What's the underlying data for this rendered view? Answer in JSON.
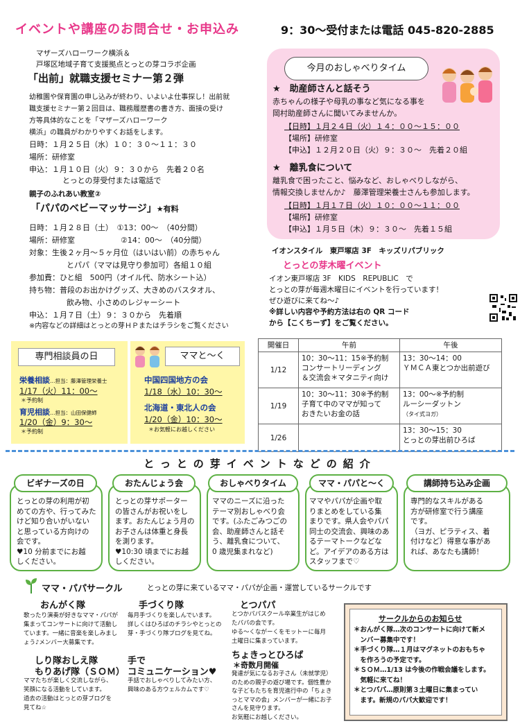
{
  "header": {
    "title": "イベントや講座のお問合せ・お申込み",
    "contact": "9：30〜受付または電話 045-820-2885"
  },
  "seminar": {
    "org1": "マザーズハローワーク横浜＆",
    "org2": "戸塚区地域子育て支援拠点とっとの芽コラボ企画",
    "title": "「出前」就職支援セミナー第２弾",
    "desc": [
      "幼稚園や保育園の申し込みが終わり、いよいよ仕事探し！出前就",
      "職支援セミナー第２回目は、職務履歴書の書き方、面接の受け",
      "方等具体的なことを「マザーズハローワーク",
      "横浜」の職員がわかりやすくお話をします。"
    ],
    "date": "日時：１月２５日（水）１０：３０〜１１：３０",
    "place": "場所：研修室",
    "apply1": "申込：１月１０日（火）９：３０から　先着２０名",
    "apply2": "とっとの芽受付または電話で"
  },
  "massage": {
    "label": "親子のふれあい教室②",
    "title": "「パパのベビーマッサージ」",
    "fee_tag": "★有料",
    "date1": "日時：１月２８日（土）　①13：00〜　（40分間）",
    "date2": "場所：研修室　　　　　　②14：00〜　（40分間）",
    "target1": "対象：生後２ヶ月〜５ヶ月位（はいはい前）の赤ちゃん",
    "target2": "とパパ（ママは見守り参加可）各組１０組",
    "fee": "参加費：ひと組　500円（オイル代、防水シート込）",
    "items1": "持ち物：普段のお出かけグッズ、大きめのバスタオル、",
    "items2": "飲み物、小さめのレジャーシート",
    "apply": "申込：１月７日（土）９：３０から　先着順",
    "note": "※内容などの詳細はとっとの芽ＨＰまたはチラシをご覧ください"
  },
  "talk": {
    "title": "今月のおしゃべりタイム",
    "t1": "★　助産師さんと話そう",
    "t1_d1": "赤ちゃんの様子や母乳の事など気になる事を",
    "t1_d2": "岡村助産師さんに聞いてみませんか。",
    "t1_date": "【日時】１月２４日（火）１４：００〜１５：００",
    "t1_place": "【場所】研修室",
    "t1_apply": "【申込】１２月２０日（火）９：３０〜　先着２０組",
    "t2": "★　離乳食について",
    "t2_d1": "離乳食で困ったこと、悩みなど、おしゃべりしながら、",
    "t2_d2": "情報交換しませんか♪　藤澤管理栄養士さんも参加します。",
    "t2_date": "【日時】１月１７日（火）１０：００〜１１：００",
    "t2_place": "【場所】研修室",
    "t2_apply": "【申込】１月５日（木）９：３０〜　先着１５組"
  },
  "aeon": {
    "store": "イオンスタイル　東戸塚店 3F　キッズリパブリック",
    "title": "とっとの芽木曜イベント",
    "d1": "イオン東戸塚店 3F　KIDS　REPUBLIC　で",
    "d2": "とっとの芽が毎週木曜日にイベントを行っています！",
    "d3": "ぜひ遊びに来てね〜♪",
    "d4": "※詳しい内容や予約方法は右の QR コード",
    "d5": "から【こくちーず】をご覧ください。"
  },
  "schedule": {
    "headers": [
      "開催日",
      "午前",
      "午後"
    ],
    "rows": [
      {
        "date": "1/12",
        "am": [
          "10：30〜11：15※予約制",
          "コンサートリーディング",
          "＆交流会＊マタニティ向け"
        ],
        "pm": [
          "13：30〜14：00",
          "ＹＭＣＡ東とつか出前遊び"
        ]
      },
      {
        "date": "1/19",
        "am": [
          "10：30〜11：30※予約制",
          "子育て中のママが知って",
          "おきたいお金の話"
        ],
        "pm": [
          "13：00〜※予約制",
          "ルーシーダットン"
        ],
        "pm_sub": "（タイ式ヨガ）"
      },
      {
        "date": "1/26",
        "am": [],
        "pm": [
          "13：30〜15：30",
          "とっとの芽出前ひろば"
        ]
      }
    ]
  },
  "expert": {
    "title": "専門相談員の日",
    "n1": "栄養相談",
    "n1_staff": "…担当：藤澤管理栄養士",
    "n1_date": "1/17（火）11：00〜",
    "n1_note": "＊予約制",
    "n2": "育児相談",
    "n2_staff": "…担当：山田保健師",
    "n2_date": "1/20（金）9：30〜",
    "n2_note": "＊予約制"
  },
  "mama": {
    "title": "ママと〜く",
    "g1": "中国四国地方の会",
    "g1_date": "1/18（水）10：30〜",
    "g2": "北海道・東北人の会",
    "g2_date": "1/20（金）10：30〜",
    "note": "＊お気軽にお越しください"
  },
  "intro": {
    "title": "とっとの芽イベントなどの紹介",
    "cards": [
      {
        "title": "ビギナーズの日",
        "lines": [
          "とっとの芽の利用が初",
          "めての方や、行ってみた",
          "けど知り合いがいない",
          "と思っている方向けの",
          "会です。",
          "♥10 分前までにお越",
          "しください。"
        ]
      },
      {
        "title": "おたんじょう会",
        "lines": [
          "とっとの芽サポーター",
          "の皆さんがお祝いをし",
          "ます。おたんじょう月の",
          "お子さんは体重と身長",
          "を測ります。",
          "♥10:30 頃までにお越",
          "しください。"
        ]
      },
      {
        "title": "おしゃべりタイム",
        "lines": [
          "ママのニーズに沿った",
          "テーマ別おしゃべり会",
          "です。(ふたごみつごの",
          "会、助産師さんと話そ",
          "う、離乳食について、",
          "0 歳児集まれなど)"
        ]
      },
      {
        "title": "ママ・パパと〜く",
        "lines": [
          "ママやパパが企画や取",
          "りまとめをしている集",
          "まりです。県人会やパパ",
          "同士の交流会、興味のあ",
          "るテーマトークなどな",
          "ど。アイデアのある方は",
          "スタッフまで♡"
        ]
      },
      {
        "title": "講師持ち込み企画",
        "lines": [
          "専門的なスキルがある",
          "方が研修室で行う講座",
          "です。",
          "（ヨガ、ピラティス、着",
          "付けなど）得意な事があ",
          "れば、あなたも講師！"
        ]
      }
    ]
  },
  "circle": {
    "title": "ママ・パパサークル",
    "subtitle": "とっとの芽に来ているママ・パパが企画・運営しているサークルです",
    "c1_name": "おんがく隊",
    "c1": [
      "歌ったり演奏が好きなママ・パパが",
      "集まってコンサートに向けて活動し",
      "ています。一緒に音楽を楽しみまし",
      "ょう♪メンバー大募集です。"
    ],
    "c2_name": "手づくり隊",
    "c2": [
      "毎月手づくりを楽しんでいます。",
      "詳しくはひろばのチラシやとっとの",
      "芽・手づくり隊ブログを見てね。"
    ],
    "c3_name": "とつパパ",
    "c3": [
      "とつかパパスクール卒業生がはじめ",
      "たパパの会です。",
      "ゆる〜くながーくをモットーに毎月",
      "土曜日に集まっています。"
    ],
    "c4_name1": "しり隊おしえ隊",
    "c4_name2": "もりあげ隊（ＳＯＭ）",
    "c4": [
      "ママたちが楽しく交流しながら、",
      "笑顔になる活動をしています。",
      "過去の活動はとっとの芽ブログを",
      "見てね☆"
    ],
    "c5_name1": "手で",
    "c5_name2": "コミュニケーション♥",
    "c5": [
      "手話でおしゃべりしてみたい方、",
      "興味のある方ウェルカムです♡"
    ],
    "c6_name": "ちょきっとひろば",
    "c6_sub": "＊奇数月開催",
    "c6": [
      "発達が気になるお子さん（未就学児）",
      "のための親子の遊び場です。個性豊か",
      "な子どもたちを育児進行中の「ちょき",
      "っとママの会」メンバーが一緒にお子",
      "さんを見守ります。",
      "お気軽にお越しください。"
    ]
  },
  "notice": {
    "title": "サークルからのお知らせ",
    "lines": [
      "＊おんがく隊…次のコンサートに向けて新メ",
      "　ンバー募集中です！",
      "＊手づくり隊…１月はマグネットのおもちゃ",
      "　を作ろうの予定です。",
      "＊ＳＯＭ…1/13 は今後の作戦会議をします。",
      "　気軽に来てね！",
      "＊とつパパ…原則第３土曜日に集まってい",
      "　ます。新規のパパ大歓迎です！"
    ]
  }
}
